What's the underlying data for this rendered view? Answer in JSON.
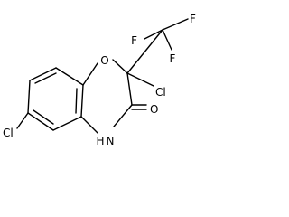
{
  "molecule": {
    "atoms": {
      "cl_top": "Cl",
      "cl_left": "Cl",
      "o_ring": "O",
      "o_carbonyl": "O",
      "nh": "H",
      "nh_n": "N",
      "f1": "F",
      "f2": "F",
      "f3": "F"
    }
  }
}
